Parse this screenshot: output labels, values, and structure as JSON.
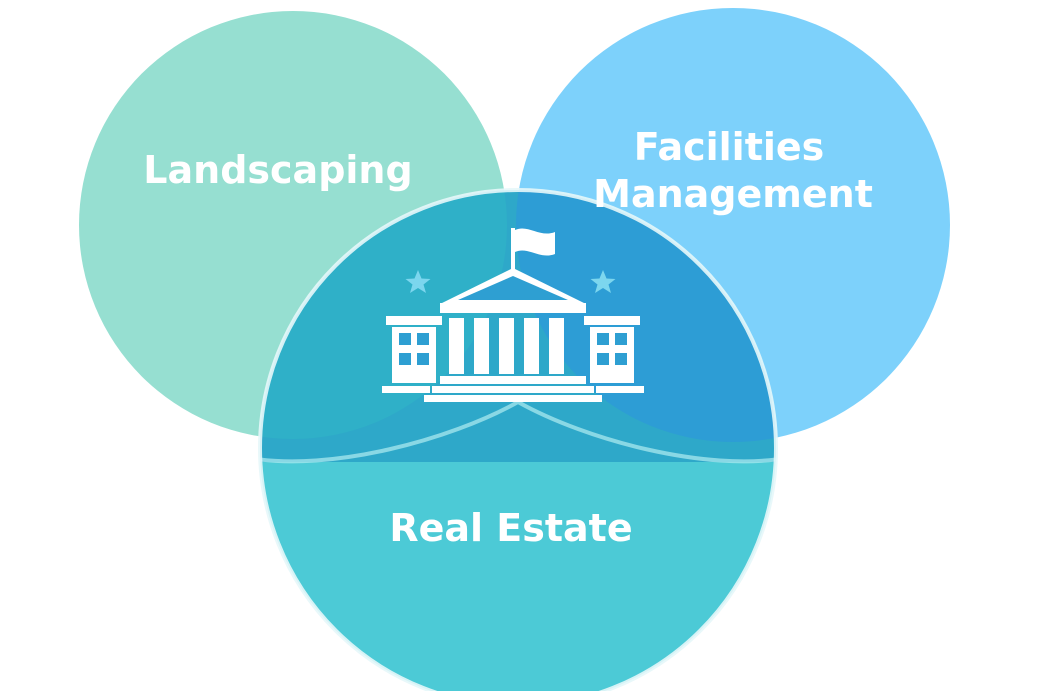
{
  "diagram": {
    "circles": [
      {
        "id": "landscaping",
        "label": "Landscaping",
        "color": "#96dfd1"
      },
      {
        "id": "facilities",
        "label_lines": [
          "Facilities",
          "Management"
        ],
        "color": "#7dd1fb"
      },
      {
        "id": "real-estate",
        "label": "Real Estate",
        "color": "#4ccad6"
      }
    ],
    "overlap_colors": {
      "top_lens": "#46b2e4",
      "center_band": "#33a9d6",
      "center_right": "#2d9dd5"
    },
    "center_icon": "government-building-icon",
    "icon_details": [
      "flag-icon",
      "star-icon",
      "star-icon"
    ]
  }
}
